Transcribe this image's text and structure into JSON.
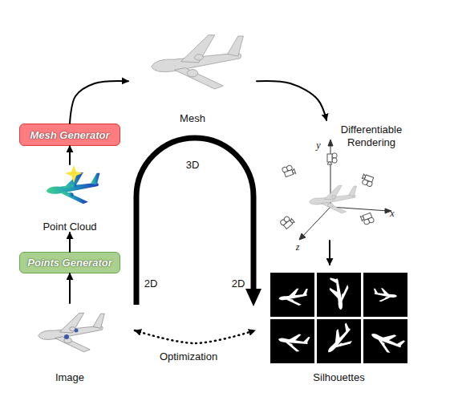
{
  "diagram": {
    "nodes": [
      {
        "text": [
          "Image"
        ]
      },
      {
        "text": [
          "Points Generator"
        ]
      },
      {
        "text": [
          "Point Cloud"
        ]
      },
      {
        "text": [
          "Mesh Generator"
        ]
      },
      {
        "text": [
          "Mesh"
        ]
      },
      {
        "text": [
          "Differentiable Rendering"
        ]
      },
      {
        "text": [
          "Silhouettes"
        ]
      }
    ],
    "edges": [
      {
        "from": 0,
        "to": 1,
        "arrow": "to"
      },
      {
        "from": 1,
        "to": 2,
        "arrow": "to"
      },
      {
        "from": 2,
        "to": 3,
        "arrow": "to"
      },
      {
        "from": 3,
        "to": 4,
        "arrow": "to"
      },
      {
        "from": 4,
        "to": 5,
        "arrow": "to"
      },
      {
        "from": 5,
        "to": 6,
        "arrow": "to"
      },
      {
        "from": 0,
        "to": 6,
        "label": "Optimization",
        "arrow": "both"
      }
    ],
    "labels": [
      "3D",
      "2D",
      "2D",
      "y",
      "x",
      "z"
    ]
  }
}
